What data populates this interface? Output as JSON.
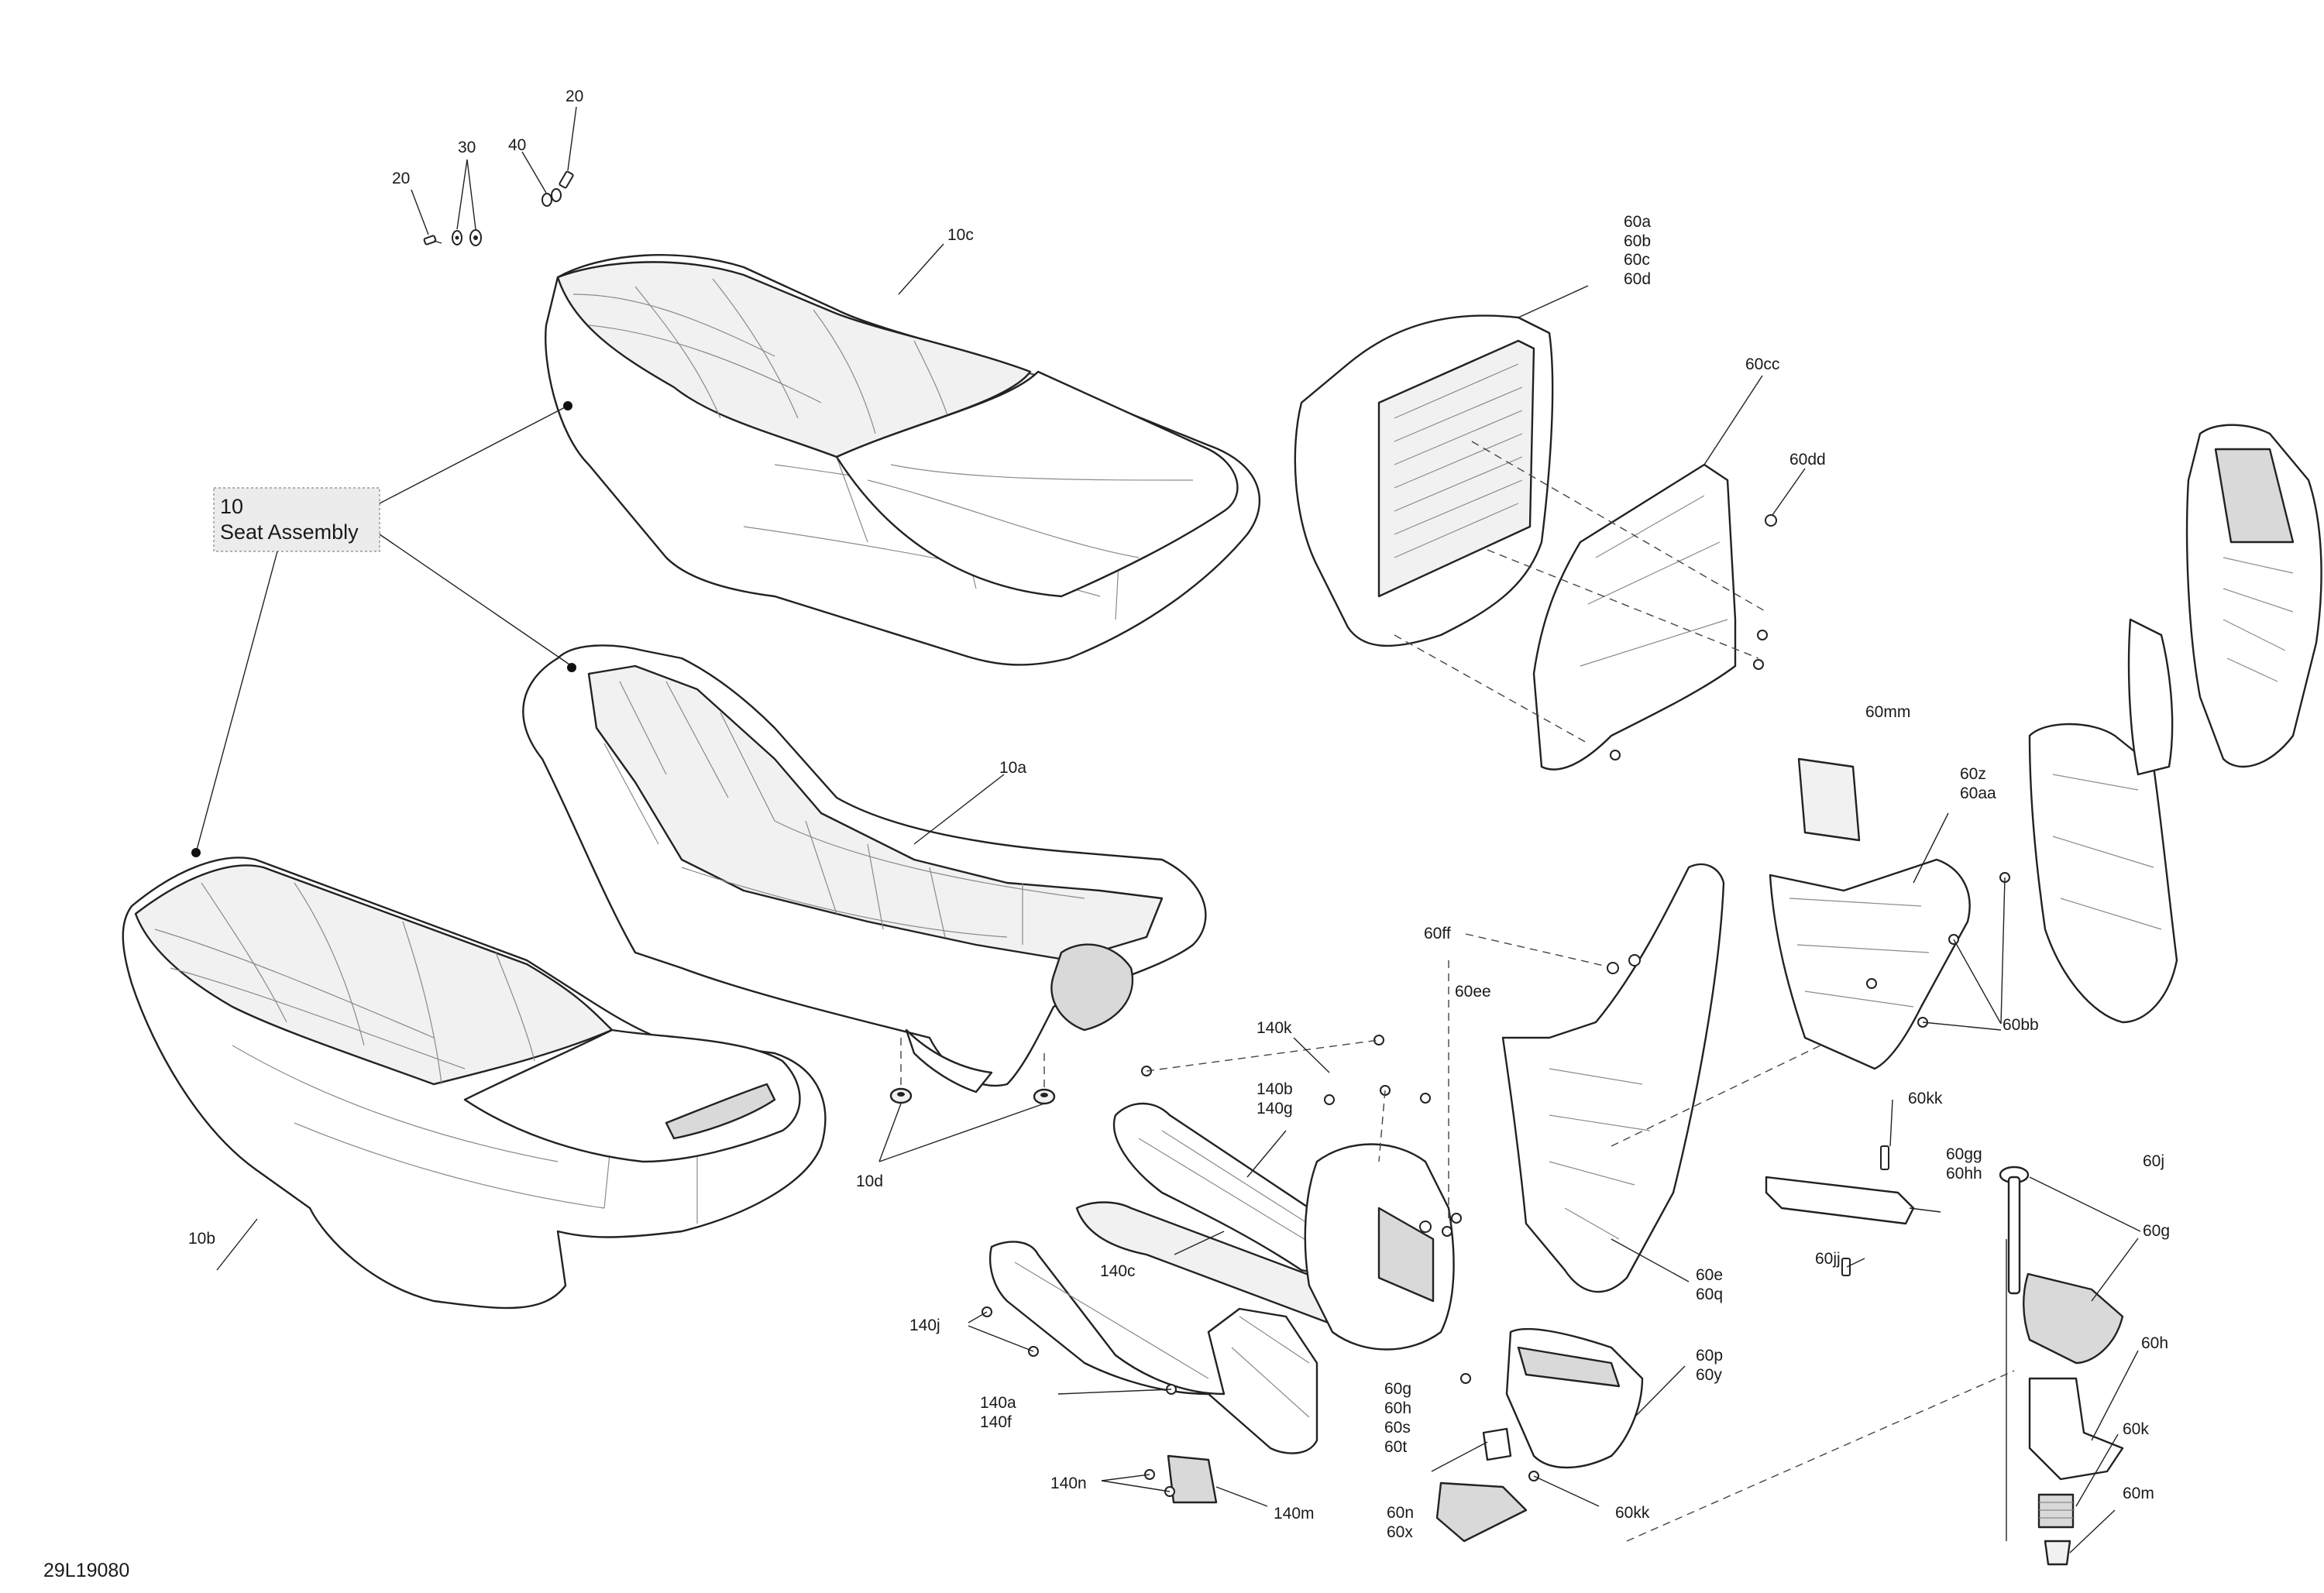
{
  "document_id": "29L19080",
  "assembly_callout": {
    "number": "10",
    "name": "Seat Assembly"
  },
  "labels": {
    "l20a": "20",
    "l30": "30",
    "l40": "40",
    "l20b": "20",
    "l10c": "10c",
    "l10a": "10a",
    "l10b": "10b",
    "l10d": "10d",
    "l60a": "60a",
    "l60b": "60b",
    "l60c": "60c",
    "l60d": "60d",
    "l60cc": "60cc",
    "l60dd": "60dd",
    "l60mm": "60mm",
    "l60z": "60z",
    "l60aa": "60aa",
    "l60ff": "60ff",
    "l60ee": "60ee",
    "l60bb": "60bb",
    "l60kk1": "60kk",
    "l60gg": "60gg",
    "l60hh": "60hh",
    "l60jj": "60jj",
    "l60j": "60j",
    "l60g1": "60g",
    "l60h1": "60h",
    "l60k": "60k",
    "l60m": "60m",
    "l60e": "60e",
    "l60q": "60q",
    "l60p": "60p",
    "l60y": "60y",
    "l60g2": "60g",
    "l60h2": "60h",
    "l60s": "60s",
    "l60t": "60t",
    "l60n": "60n",
    "l60x": "60x",
    "l60kk2": "60kk",
    "l140k": "140k",
    "l140b": "140b",
    "l140g": "140g",
    "l140c": "140c",
    "l140j": "140j",
    "l140a": "140a",
    "l140f": "140f",
    "l140n": "140n",
    "l140m": "140m"
  }
}
